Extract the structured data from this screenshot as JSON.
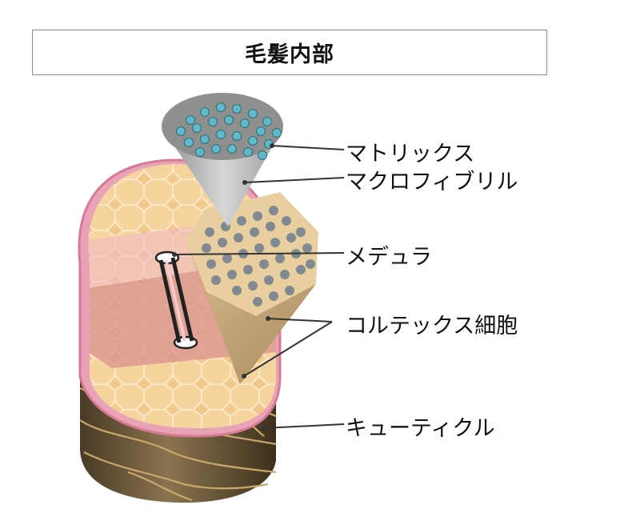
{
  "title": "毛髪内部",
  "labels": {
    "matrix": "マトリックス",
    "macrofibril": "マクロフィブリル",
    "medulla": "メデュラ",
    "cortex_cell": "コルテックス細胞",
    "cuticle": "キューティクル"
  }
}
